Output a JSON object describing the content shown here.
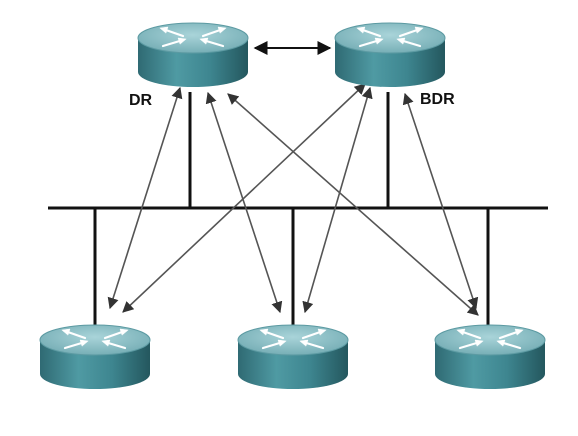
{
  "diagram": {
    "labels": {
      "dr": "DR",
      "bdr": "BDR"
    },
    "routers": [
      {
        "id": "router-dr",
        "role": "DR"
      },
      {
        "id": "router-bdr",
        "role": "BDR"
      },
      {
        "id": "router-1",
        "role": ""
      },
      {
        "id": "router-2",
        "role": ""
      },
      {
        "id": "router-3",
        "role": ""
      }
    ],
    "colors": {
      "router_top": "#7fb6bd",
      "router_side": "#3f7f88",
      "line": "#111111",
      "arrow": "#555555"
    },
    "icons": {
      "router": "router-icon"
    }
  }
}
